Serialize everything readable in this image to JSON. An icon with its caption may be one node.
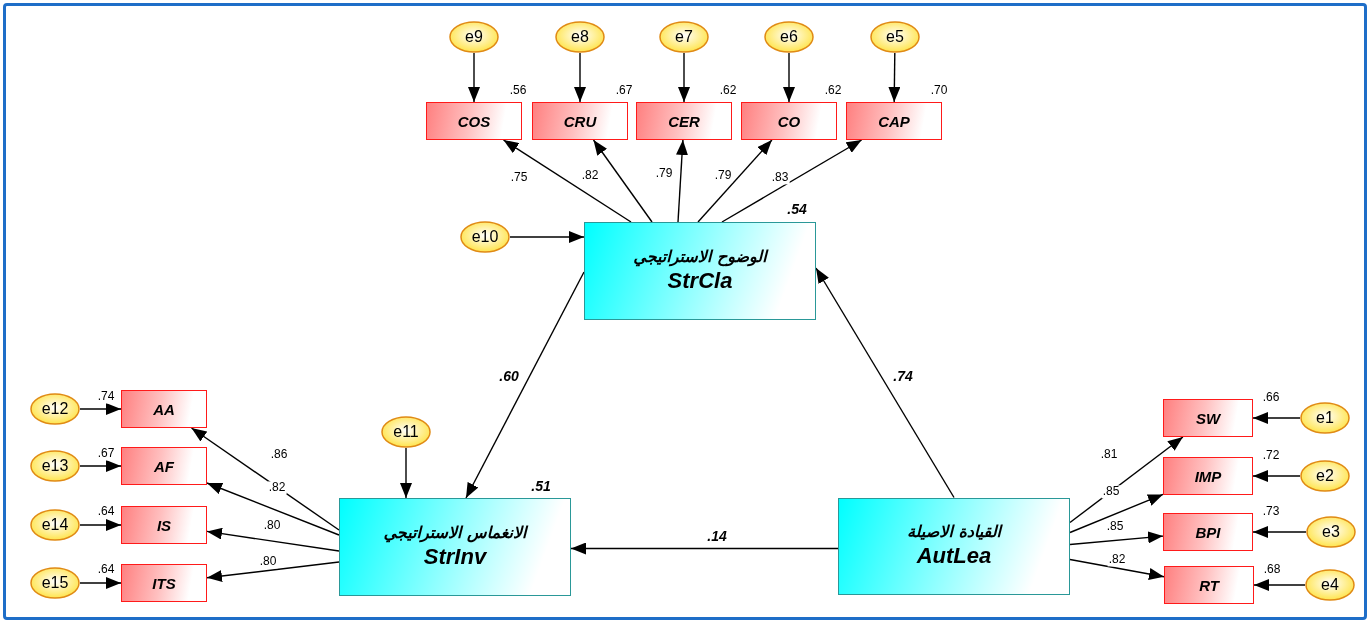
{
  "diagram": {
    "nodes": [
      {
        "text": [
          "الوضوح الاستراتيجي",
          "StrCla"
        ],
        "beside": [
          ".54"
        ]
      },
      {
        "text": [
          "الانغماس الاستراتيجي",
          "StrInv"
        ],
        "beside": [
          ".51"
        ]
      },
      {
        "text": [
          "القيادة الاصيلة",
          "AutLea"
        ]
      },
      {
        "text": [
          "COS"
        ],
        "beside": [
          ".56"
        ]
      },
      {
        "text": [
          "CRU"
        ],
        "beside": [
          ".67"
        ]
      },
      {
        "text": [
          "CER"
        ],
        "beside": [
          ".62"
        ]
      },
      {
        "text": [
          "CO"
        ],
        "beside": [
          ".62"
        ]
      },
      {
        "text": [
          "CAP"
        ],
        "beside": [
          ".70"
        ]
      },
      {
        "text": [
          "AA"
        ],
        "beside": [
          ".74"
        ]
      },
      {
        "text": [
          "AF"
        ],
        "beside": [
          ".67"
        ]
      },
      {
        "text": [
          "IS"
        ],
        "beside": [
          ".64"
        ]
      },
      {
        "text": [
          "ITS"
        ],
        "beside": [
          ".64"
        ]
      },
      {
        "text": [
          "SW"
        ],
        "beside": [
          ".66"
        ]
      },
      {
        "text": [
          "IMP"
        ],
        "beside": [
          ".72"
        ]
      },
      {
        "text": [
          "BPI"
        ],
        "beside": [
          ".73"
        ]
      },
      {
        "text": [
          "RT"
        ],
        "beside": [
          ".68"
        ]
      },
      {
        "text": [
          "e1"
        ]
      },
      {
        "text": [
          "e2"
        ]
      },
      {
        "text": [
          "e3"
        ]
      },
      {
        "text": [
          "e4"
        ]
      },
      {
        "text": [
          "e5"
        ]
      },
      {
        "text": [
          "e6"
        ]
      },
      {
        "text": [
          "e7"
        ]
      },
      {
        "text": [
          "e8"
        ]
      },
      {
        "text": [
          "e9"
        ]
      },
      {
        "text": [
          "e10"
        ]
      },
      {
        "text": [
          "e11"
        ]
      },
      {
        "text": [
          "e12"
        ]
      },
      {
        "text": [
          "e13"
        ]
      },
      {
        "text": [
          "e14"
        ]
      },
      {
        "text": [
          "e15"
        ]
      }
    ],
    "edges": [
      {
        "from": 0,
        "to": 3,
        "arrow": "to",
        "label": ".75"
      },
      {
        "from": 0,
        "to": 4,
        "arrow": "to",
        "label": ".82"
      },
      {
        "from": 0,
        "to": 5,
        "arrow": "to",
        "label": ".79"
      },
      {
        "from": 0,
        "to": 6,
        "arrow": "to",
        "label": ".79"
      },
      {
        "from": 0,
        "to": 7,
        "arrow": "to",
        "label": ".83"
      },
      {
        "from": 1,
        "to": 8,
        "arrow": "to",
        "label": ".86"
      },
      {
        "from": 1,
        "to": 9,
        "arrow": "to",
        "label": ".82"
      },
      {
        "from": 1,
        "to": 10,
        "arrow": "to",
        "label": ".80"
      },
      {
        "from": 1,
        "to": 11,
        "arrow": "to",
        "label": ".80"
      },
      {
        "from": 2,
        "to": 12,
        "arrow": "to",
        "label": ".81"
      },
      {
        "from": 2,
        "to": 13,
        "arrow": "to",
        "label": ".85"
      },
      {
        "from": 2,
        "to": 14,
        "arrow": "to",
        "label": ".85"
      },
      {
        "from": 2,
        "to": 15,
        "arrow": "to",
        "label": ".82"
      },
      {
        "from": 0,
        "to": 1,
        "arrow": "to",
        "label": ".60"
      },
      {
        "from": 2,
        "to": 0,
        "arrow": "to",
        "label": ".74"
      },
      {
        "from": 2,
        "to": 1,
        "arrow": "to",
        "label": ".14"
      },
      {
        "from": 16,
        "to": 12,
        "arrow": "to"
      },
      {
        "from": 17,
        "to": 13,
        "arrow": "to"
      },
      {
        "from": 18,
        "to": 14,
        "arrow": "to"
      },
      {
        "from": 19,
        "to": 15,
        "arrow": "to"
      },
      {
        "from": 20,
        "to": 7,
        "arrow": "to"
      },
      {
        "from": 21,
        "to": 6,
        "arrow": "to"
      },
      {
        "from": 22,
        "to": 5,
        "arrow": "to"
      },
      {
        "from": 23,
        "to": 4,
        "arrow": "to"
      },
      {
        "from": 24,
        "to": 3,
        "arrow": "to"
      },
      {
        "from": 25,
        "to": 0,
        "arrow": "to"
      },
      {
        "from": 26,
        "to": 1,
        "arrow": "to"
      },
      {
        "from": 27,
        "to": 8,
        "arrow": "to"
      },
      {
        "from": 28,
        "to": 9,
        "arrow": "to"
      },
      {
        "from": 29,
        "to": 10,
        "arrow": "to"
      },
      {
        "from": 30,
        "to": 11,
        "arrow": "to"
      }
    ]
  }
}
